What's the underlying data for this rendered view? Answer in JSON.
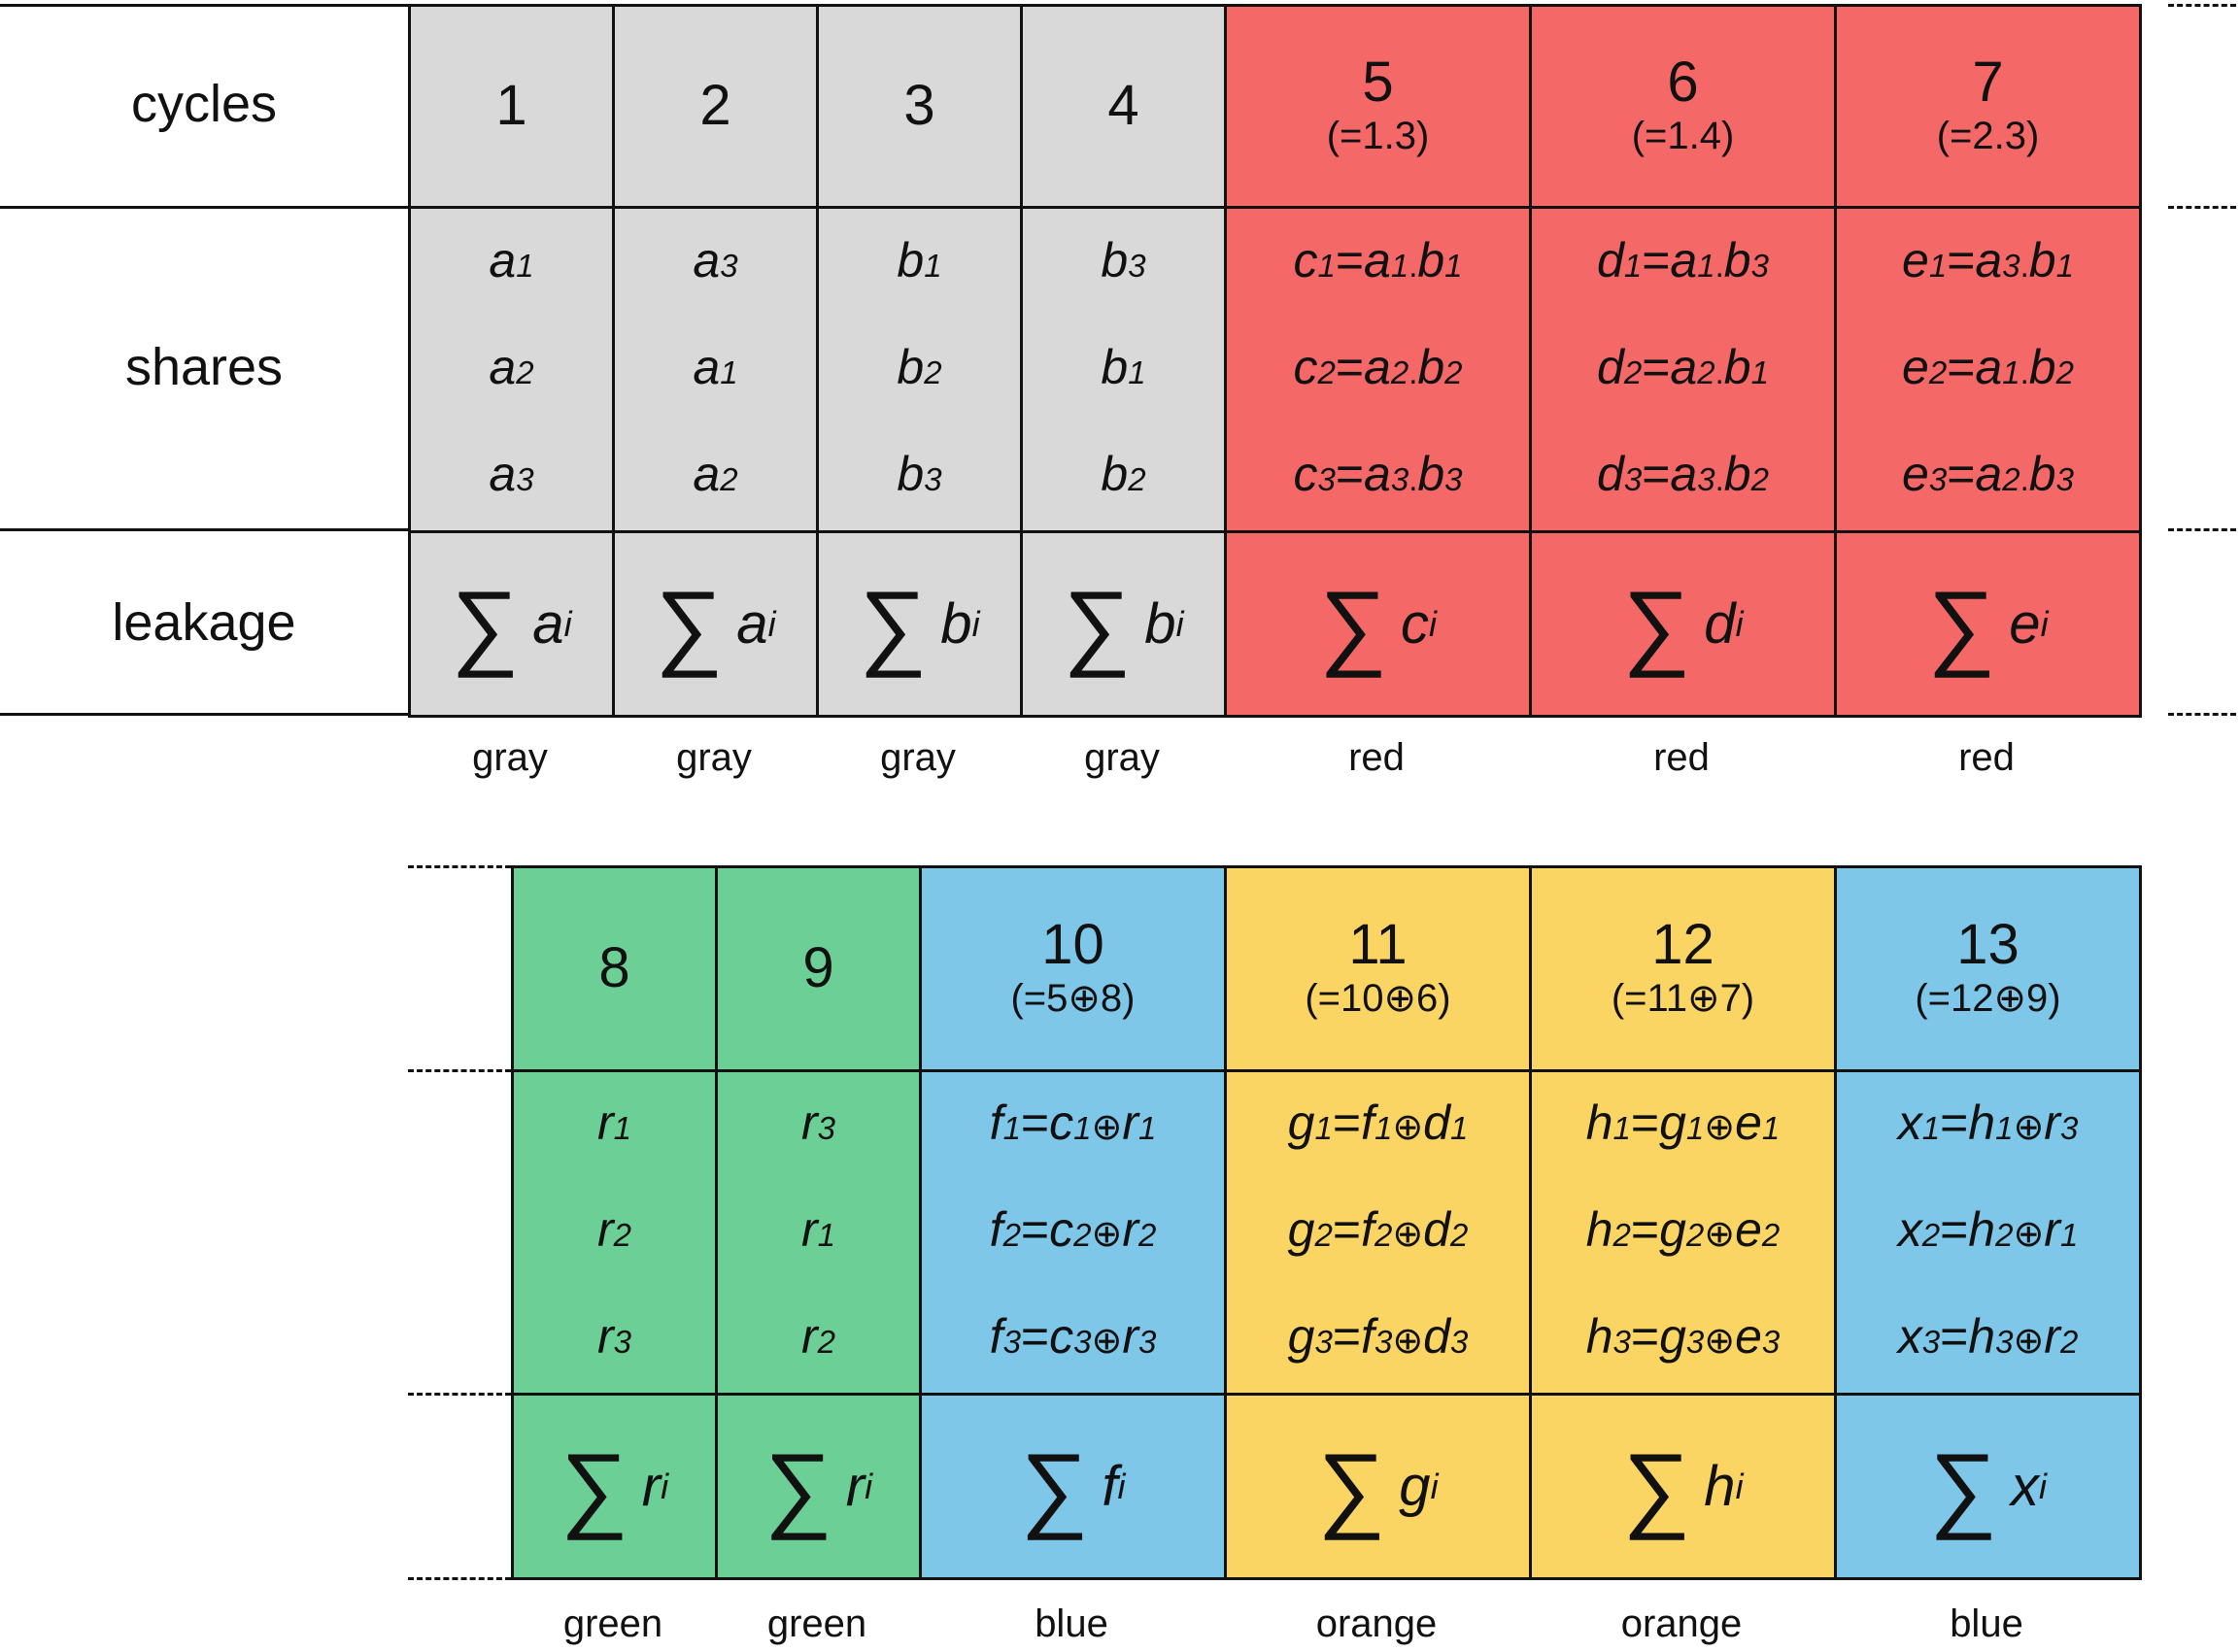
{
  "rows": {
    "cycles": "cycles",
    "shares": "shares",
    "leakage": "leakage"
  },
  "colors": {
    "gray": "#d9d9d9",
    "red": "#f46868",
    "green": "#6ccf96",
    "blue": "#7ec7e8",
    "orange": "#fbd564"
  },
  "top_columns": [
    {
      "cycle": "1",
      "note": "",
      "color": "gray",
      "shares": [
        {
          "b": "a",
          "s": "1"
        },
        {
          "b": "a",
          "s": "2"
        },
        {
          "b": "a",
          "s": "3"
        }
      ],
      "leak": {
        "b": "a",
        "s": "i"
      },
      "color_label": "gray"
    },
    {
      "cycle": "2",
      "note": "",
      "color": "gray",
      "shares": [
        {
          "b": "a",
          "s": "3"
        },
        {
          "b": "a",
          "s": "1"
        },
        {
          "b": "a",
          "s": "2"
        }
      ],
      "leak": {
        "b": "a",
        "s": "i"
      },
      "color_label": "gray"
    },
    {
      "cycle": "3",
      "note": "",
      "color": "gray",
      "shares": [
        {
          "b": "b",
          "s": "1"
        },
        {
          "b": "b",
          "s": "2"
        },
        {
          "b": "b",
          "s": "3"
        }
      ],
      "leak": {
        "b": "b",
        "s": "i"
      },
      "color_label": "gray"
    },
    {
      "cycle": "4",
      "note": "",
      "color": "gray",
      "shares": [
        {
          "b": "b",
          "s": "3"
        },
        {
          "b": "b",
          "s": "1"
        },
        {
          "b": "b",
          "s": "2"
        }
      ],
      "leak": {
        "b": "b",
        "s": "i"
      },
      "color_label": "gray"
    },
    {
      "cycle": "5",
      "note": "(=1.3)",
      "color": "red",
      "shares": [
        {
          "b": "c",
          "s": "1",
          "eq": "=",
          "x1": "a",
          "s1": "1",
          "op": ".",
          "x2": "b",
          "s2": "1"
        },
        {
          "b": "c",
          "s": "2",
          "eq": "=",
          "x1": "a",
          "s1": "2",
          "op": ".",
          "x2": "b",
          "s2": "2"
        },
        {
          "b": "c",
          "s": "3",
          "eq": "=",
          "x1": "a",
          "s1": "3",
          "op": ".",
          "x2": "b",
          "s2": "3"
        }
      ],
      "leak": {
        "b": "c",
        "s": "i"
      },
      "color_label": "red"
    },
    {
      "cycle": "6",
      "note": "(=1.4)",
      "color": "red",
      "shares": [
        {
          "b": "d",
          "s": "1",
          "eq": "=",
          "x1": "a",
          "s1": "1",
          "op": ".",
          "x2": "b",
          "s2": "3"
        },
        {
          "b": "d",
          "s": "2",
          "eq": "=",
          "x1": "a",
          "s1": "2",
          "op": ".",
          "x2": "b",
          "s2": "1"
        },
        {
          "b": "d",
          "s": "3",
          "eq": "=",
          "x1": "a",
          "s1": "3",
          "op": ".",
          "x2": "b",
          "s2": "2"
        }
      ],
      "leak": {
        "b": "d",
        "s": "i"
      },
      "color_label": "red"
    },
    {
      "cycle": "7",
      "note": "(=2.3)",
      "color": "red",
      "shares": [
        {
          "b": "e",
          "s": "1",
          "eq": "=",
          "x1": "a",
          "s1": "3",
          "op": ".",
          "x2": "b",
          "s2": "1"
        },
        {
          "b": "e",
          "s": "2",
          "eq": "=",
          "x1": "a",
          "s1": "1",
          "op": ".",
          "x2": "b",
          "s2": "2"
        },
        {
          "b": "e",
          "s": "3",
          "eq": "=",
          "x1": "a",
          "s1": "2",
          "op": ".",
          "x2": "b",
          "s2": "3"
        }
      ],
      "leak": {
        "b": "e",
        "s": "i"
      },
      "color_label": "red"
    }
  ],
  "bottom_columns": [
    {
      "cycle": "8",
      "note": "",
      "color": "green",
      "shares": [
        {
          "b": "r",
          "s": "1"
        },
        {
          "b": "r",
          "s": "2"
        },
        {
          "b": "r",
          "s": "3"
        }
      ],
      "leak": {
        "b": "r",
        "s": "i"
      },
      "color_label": "green"
    },
    {
      "cycle": "9",
      "note": "",
      "color": "green",
      "shares": [
        {
          "b": "r",
          "s": "3"
        },
        {
          "b": "r",
          "s": "1"
        },
        {
          "b": "r",
          "s": "2"
        }
      ],
      "leak": {
        "b": "r",
        "s": "i"
      },
      "color_label": "green"
    },
    {
      "cycle": "10",
      "note": "(=5⊕8)",
      "color": "blue",
      "shares": [
        {
          "b": "f",
          "s": "1",
          "eq": "=",
          "x1": "c",
          "s1": "1",
          "op": "⊕",
          "x2": "r",
          "s2": "1"
        },
        {
          "b": "f",
          "s": "2",
          "eq": "=",
          "x1": "c",
          "s1": "2",
          "op": "⊕",
          "x2": "r",
          "s2": "2"
        },
        {
          "b": "f",
          "s": "3",
          "eq": "=",
          "x1": "c",
          "s1": "3",
          "op": "⊕",
          "x2": "r",
          "s2": "3"
        }
      ],
      "leak": {
        "b": "f",
        "s": "i"
      },
      "color_label": "blue"
    },
    {
      "cycle": "11",
      "note": "(=10⊕6)",
      "color": "orange",
      "shares": [
        {
          "b": "g",
          "s": "1",
          "eq": "=",
          "x1": "f",
          "s1": "1",
          "op": "⊕",
          "x2": "d",
          "s2": "1"
        },
        {
          "b": "g",
          "s": "2",
          "eq": "=",
          "x1": "f",
          "s1": "2",
          "op": "⊕",
          "x2": "d",
          "s2": "2"
        },
        {
          "b": "g",
          "s": "3",
          "eq": "=",
          "x1": "f",
          "s1": "3",
          "op": "⊕",
          "x2": "d",
          "s2": "3"
        }
      ],
      "leak": {
        "b": "g",
        "s": "i"
      },
      "color_label": "orange"
    },
    {
      "cycle": "12",
      "note": "(=11⊕7)",
      "color": "orange",
      "shares": [
        {
          "b": "h",
          "s": "1",
          "eq": "=",
          "x1": "g",
          "s1": "1",
          "op": "⊕",
          "x2": "e",
          "s2": "1"
        },
        {
          "b": "h",
          "s": "2",
          "eq": "=",
          "x1": "g",
          "s1": "2",
          "op": "⊕",
          "x2": "e",
          "s2": "2"
        },
        {
          "b": "h",
          "s": "3",
          "eq": "=",
          "x1": "g",
          "s1": "3",
          "op": "⊕",
          "x2": "e",
          "s2": "3"
        }
      ],
      "leak": {
        "b": "h",
        "s": "i"
      },
      "color_label": "orange"
    },
    {
      "cycle": "13",
      "note": "(=12⊕9)",
      "color": "blue",
      "shares": [
        {
          "b": "x",
          "s": "1",
          "eq": "=",
          "x1": "h",
          "s1": "1",
          "op": "⊕",
          "x2": "r",
          "s2": "3"
        },
        {
          "b": "x",
          "s": "2",
          "eq": "=",
          "x1": "h",
          "s1": "2",
          "op": "⊕",
          "x2": "r",
          "s2": "1"
        },
        {
          "b": "x",
          "s": "3",
          "eq": "=",
          "x1": "h",
          "s1": "3",
          "op": "⊕",
          "x2": "r",
          "s2": "2"
        }
      ],
      "leak": {
        "b": "x",
        "s": "i"
      },
      "color_label": "blue"
    }
  ]
}
